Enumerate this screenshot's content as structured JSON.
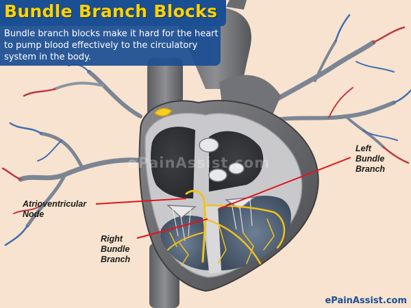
{
  "header": {
    "title": "Bundle Branch Blocks",
    "description": "Bundle branch blocks make it hard for the heart to pump blood effectively to the circulatory system in the body."
  },
  "labels": {
    "left_bundle_branch": [
      "Left",
      "Bundle",
      "Branch"
    ],
    "av_node": [
      "Atrioventricular",
      "Node"
    ],
    "right_bundle_branch": [
      "Right",
      "Bundle",
      "Branch"
    ]
  },
  "watermark": "ePainAssist.com",
  "brand": "ePainAssist.com",
  "colors": {
    "title_bg": "#1b4f93",
    "title_text": "#ffd200",
    "background": "#f7e3cf",
    "callout_line": "#e0141a",
    "heart": "#6f6f72",
    "conduction": "#f2c21a"
  }
}
